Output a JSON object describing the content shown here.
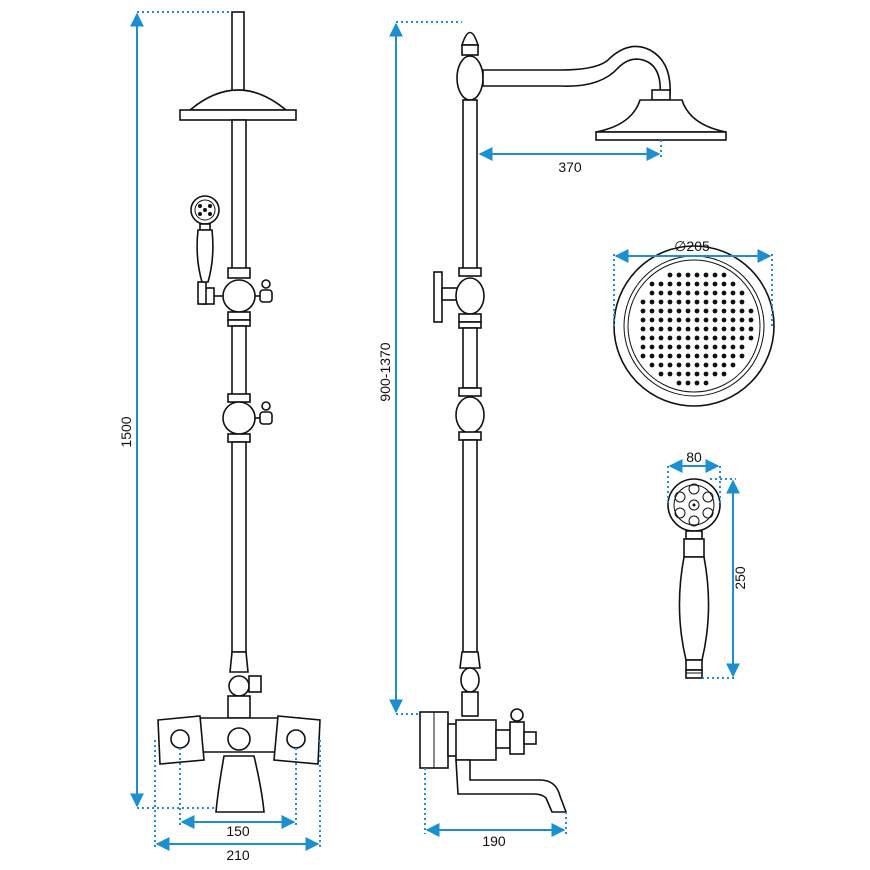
{
  "colors": {
    "dimension": "#1c8fd0",
    "outline": "#111111",
    "background": "#ffffff"
  },
  "dimensions": {
    "total_height": "1500",
    "height_range": "900-1370",
    "arm_reach": "370",
    "head_diameter": "∅205",
    "handset_width": "80",
    "handset_length": "250",
    "inlet_spacing": "150",
    "mixer_width": "210",
    "spout_reach": "190"
  },
  "icons": {
    "front_view": "shower-column-front-icon",
    "side_view": "shower-column-side-icon",
    "head_top": "rain-head-face-icon",
    "handset": "hand-shower-icon"
  }
}
